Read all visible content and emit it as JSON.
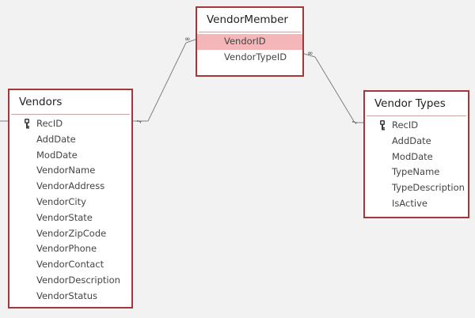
{
  "tables": {
    "vendor_member": {
      "title": "VendorMember",
      "fields": [
        "VendorID",
        "VendorTypeID"
      ],
      "selected_field": "VendorID"
    },
    "vendors": {
      "title": "Vendors",
      "fields": [
        "RecID",
        "AddDate",
        "ModDate",
        "VendorName",
        "VendorAddress",
        "VendorCity",
        "VendorState",
        "VendorZipCode",
        "VendorPhone",
        "VendorContact",
        "VendorDescription",
        "VendorStatus"
      ],
      "key_field": "RecID"
    },
    "vendor_types": {
      "title": "Vendor Types",
      "fields": [
        "RecID",
        "AddDate",
        "ModDate",
        "TypeName",
        "TypeDescription",
        "IsActive"
      ],
      "key_field": "RecID"
    }
  },
  "relationships": {
    "vendors_to_member": {
      "one_label": "1",
      "many_label": "∞"
    },
    "member_to_types": {
      "many_label": "∞",
      "one_label": "1"
    }
  },
  "colors": {
    "border": "#a4373a",
    "selected": "#f4b6b8",
    "line": "#808080",
    "background": "#f2f2f2"
  },
  "icons": {
    "key": "key-icon"
  }
}
